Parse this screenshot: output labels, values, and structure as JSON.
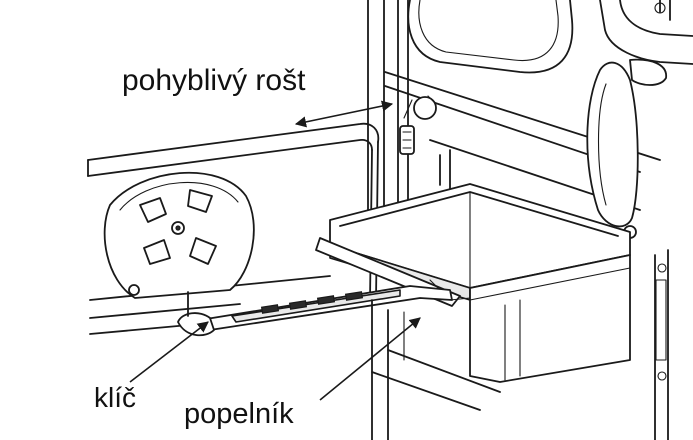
{
  "labels": {
    "grate": "pohyblivý rošt",
    "key": "klíč",
    "ashpan": "popelník"
  }
}
